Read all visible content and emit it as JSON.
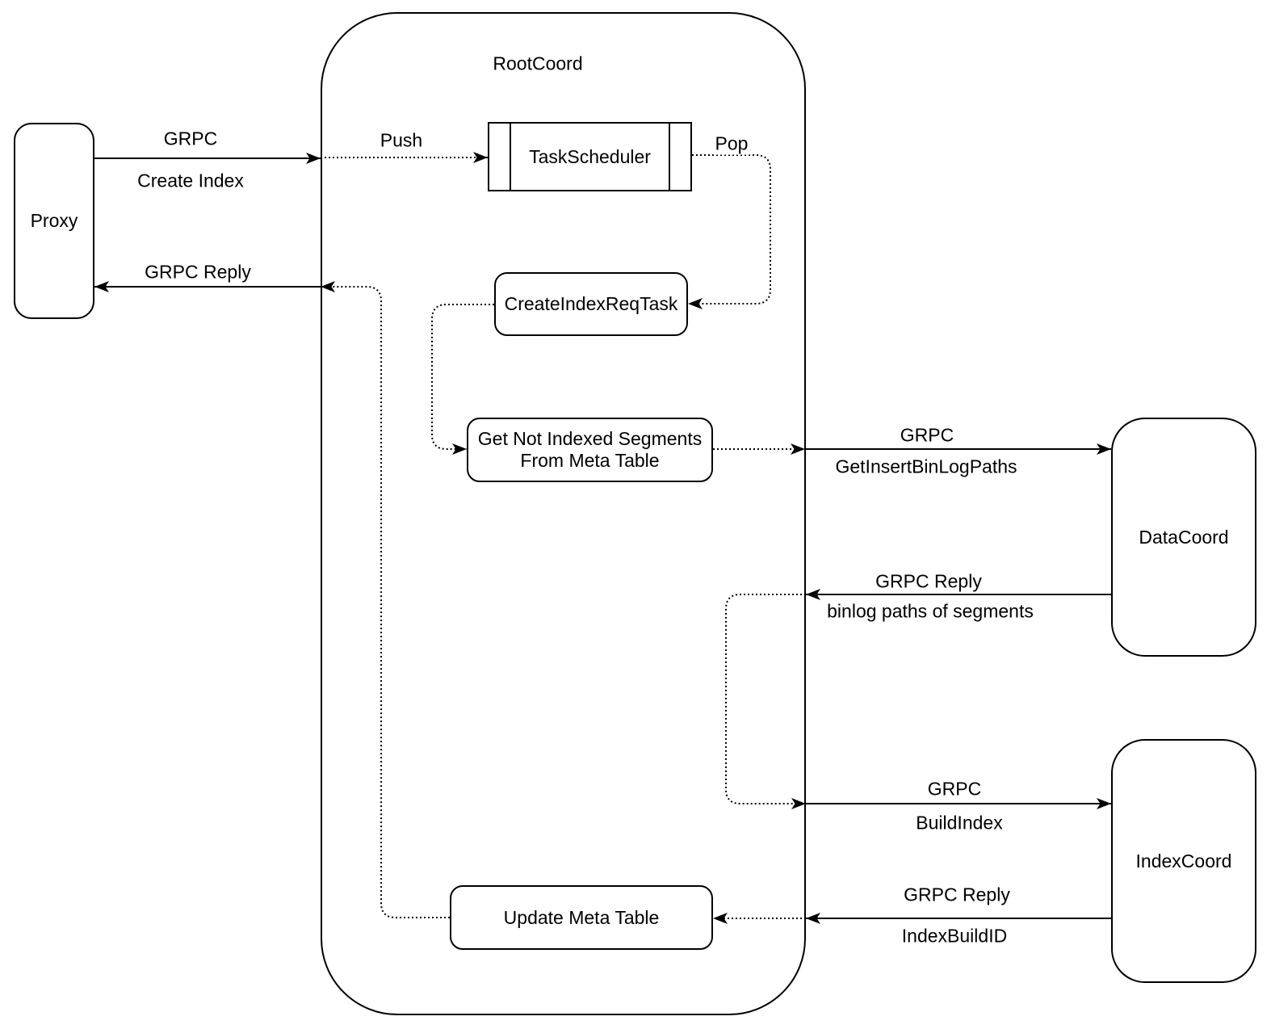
{
  "nodes": {
    "proxy": {
      "label": "Proxy"
    },
    "rootcoord": {
      "label": "RootCoord"
    },
    "task_scheduler": {
      "label": "TaskScheduler"
    },
    "create_index_req_task": {
      "label": "CreateIndexReqTask"
    },
    "get_not_indexed_segments": {
      "line1": "Get Not Indexed Segments",
      "line2": "From Meta Table"
    },
    "update_meta_table": {
      "label": "Update Meta Table"
    },
    "datacoord": {
      "label": "DataCoord"
    },
    "indexcoord": {
      "label": "IndexCoord"
    }
  },
  "edges": {
    "proxy_to_rootcoord": {
      "protocol": "GRPC",
      "action": "Create Index"
    },
    "push": {
      "label": "Push"
    },
    "pop": {
      "label": "Pop"
    },
    "rootcoord_to_proxy": {
      "label": "GRPC Reply"
    },
    "rootcoord_to_datacoord": {
      "protocol": "GRPC",
      "action": "GetInsertBinLogPaths"
    },
    "datacoord_to_rootcoord": {
      "protocol": "GRPC Reply",
      "action": "binlog paths of segments"
    },
    "rootcoord_to_indexcoord": {
      "protocol": "GRPC",
      "action": "BuildIndex"
    },
    "indexcoord_to_rootcoord": {
      "protocol": "GRPC Reply",
      "action": "IndexBuildID"
    }
  },
  "colors": {
    "stroke": "#000000",
    "text": "#000000",
    "background": "#ffffff"
  }
}
